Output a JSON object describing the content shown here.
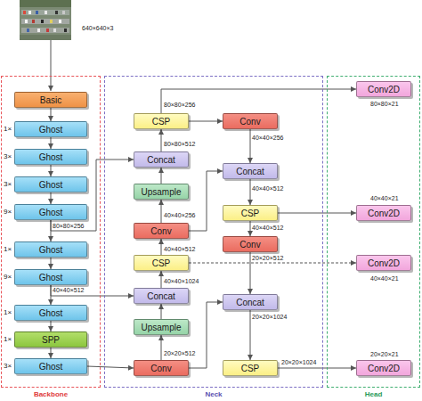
{
  "diagram": {
    "nodes": [
      {
        "text": [
          "Backbone"
        ]
      },
      {
        "text": [
          "Basic"
        ],
        "in": 0
      },
      {
        "text": [
          "Ghost"
        ],
        "in": 0
      },
      {
        "text": [
          "Ghost"
        ],
        "in": 0
      },
      {
        "text": [
          "Ghost"
        ],
        "in": 0
      },
      {
        "text": [
          "Ghost"
        ],
        "in": 0
      },
      {
        "text": [
          "Ghost"
        ],
        "in": 0
      },
      {
        "text": [
          "Ghost"
        ],
        "in": 0
      },
      {
        "text": [
          "Ghost"
        ],
        "in": 0
      },
      {
        "text": [
          "SPP"
        ],
        "in": 0
      },
      {
        "text": [
          "Ghost"
        ],
        "in": 0
      },
      {
        "text": [
          "Neck"
        ]
      },
      {
        "text": [
          "CSP"
        ],
        "in": 11
      },
      {
        "text": [
          "Conv"
        ],
        "in": 11
      },
      {
        "text": [
          "Concat"
        ],
        "in": 11
      },
      {
        "text": [
          "Concat"
        ],
        "in": 11
      },
      {
        "text": [
          "Upsample"
        ],
        "in": 11
      },
      {
        "text": [
          "Conv"
        ],
        "in": 11
      },
      {
        "text": [
          "CSP"
        ],
        "in": 11
      },
      {
        "text": [
          "Conv"
        ],
        "in": 11
      },
      {
        "text": [
          "CSP"
        ],
        "in": 11
      },
      {
        "text": [
          "Concat"
        ],
        "in": 11
      },
      {
        "text": [
          "Concat"
        ],
        "in": 11
      },
      {
        "text": [
          "Upsample"
        ],
        "in": 11
      },
      {
        "text": [
          "Conv"
        ],
        "in": 11
      },
      {
        "text": [
          "CSP"
        ],
        "in": 11
      },
      {
        "text": [
          "Head"
        ]
      },
      {
        "text": [
          "Conv2D"
        ],
        "in": 26
      },
      {
        "text": [
          "Conv2D"
        ],
        "in": 26
      },
      {
        "text": [
          "Conv2D"
        ],
        "in": 26
      },
      {
        "text": [
          "Conv2D"
        ],
        "in": 26
      }
    ],
    "edges": [
      {
        "from": 1,
        "to": 2,
        "arrow": "to"
      },
      {
        "from": 2,
        "to": 3,
        "arrow": "to"
      },
      {
        "from": 3,
        "to": 4,
        "arrow": "to"
      },
      {
        "from": 4,
        "to": 5,
        "arrow": "to"
      },
      {
        "from": 5,
        "to": 6,
        "arrow": "to"
      },
      {
        "from": 6,
        "to": 7,
        "arrow": "to"
      },
      {
        "from": 7,
        "to": 8,
        "arrow": "to"
      },
      {
        "from": 8,
        "to": 9,
        "arrow": "to"
      },
      {
        "from": 9,
        "to": 10,
        "arrow": "to"
      },
      {
        "from": 5,
        "to": 14,
        "arrow": "to"
      },
      {
        "from": 7,
        "to": 21,
        "arrow": "to"
      },
      {
        "from": 10,
        "to": 24,
        "arrow": "to"
      },
      {
        "from": 24,
        "to": 23,
        "arrow": "to"
      },
      {
        "from": 24,
        "to": 22,
        "arrow": "to"
      },
      {
        "from": 23,
        "to": 21,
        "arrow": "to"
      },
      {
        "from": 21,
        "to": 20,
        "arrow": "to"
      },
      {
        "from": 20,
        "to": 17,
        "arrow": "to"
      },
      {
        "from": 17,
        "to": 16,
        "arrow": "to"
      },
      {
        "from": 17,
        "to": 15,
        "arrow": "to"
      },
      {
        "from": 16,
        "to": 14,
        "arrow": "to"
      },
      {
        "from": 14,
        "to": 12,
        "arrow": "to"
      },
      {
        "from": 12,
        "to": 27,
        "arrow": "to"
      },
      {
        "from": 12,
        "to": 13,
        "arrow": "to"
      },
      {
        "from": 13,
        "to": 15,
        "arrow": "to"
      },
      {
        "from": 15,
        "to": 18,
        "arrow": "to"
      },
      {
        "from": 18,
        "to": 28,
        "arrow": "to"
      },
      {
        "from": 18,
        "to": 19,
        "arrow": "to"
      },
      {
        "from": 19,
        "to": 22,
        "arrow": "to"
      },
      {
        "from": 22,
        "to": 25,
        "arrow": "to"
      },
      {
        "from": 25,
        "to": 30,
        "arrow": "to"
      },
      {
        "from": 20,
        "to": 29,
        "arrow": "to"
      }
    ],
    "labels": [
      "640×640×3",
      "1×",
      "3×",
      "3×",
      "9×",
      "1×",
      "9×",
      "1×",
      "1×",
      "3×",
      "80×80×256",
      "40×40×512",
      "80×80×256",
      "40×40×256",
      "80×80×512",
      "40×40×512",
      "40×40×256",
      "40×40×512",
      "20×20×512",
      "40×40×512",
      "40×40×1024",
      "20×20×1024",
      "20×20×512",
      "20×20×1024",
      "80×80×21",
      "40×40×21",
      "40×40×21",
      "20×20×21"
    ]
  }
}
